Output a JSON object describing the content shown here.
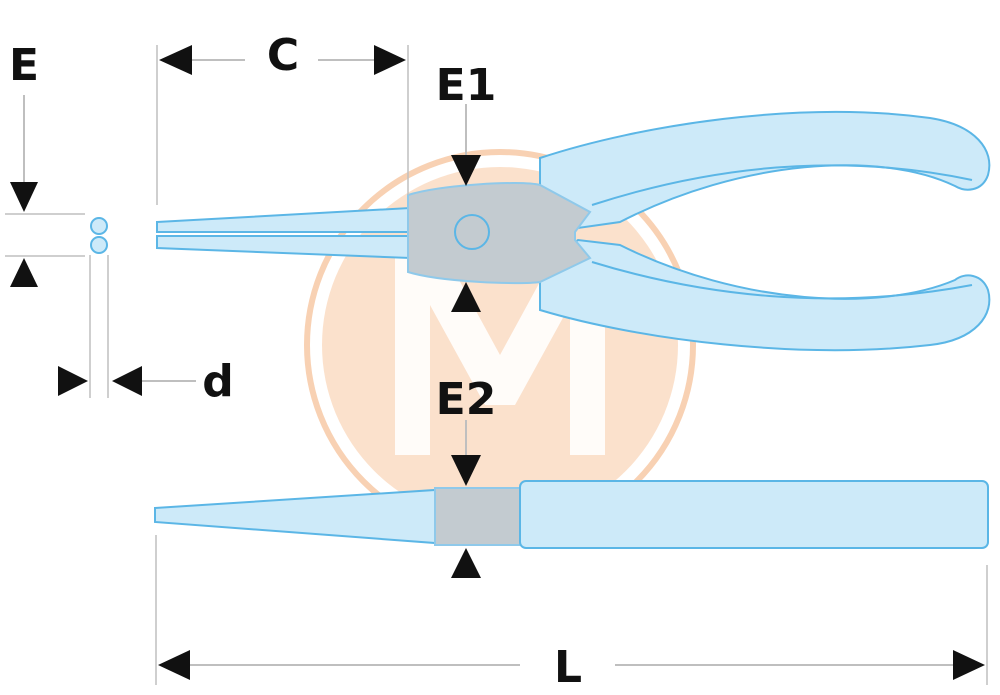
{
  "labels": {
    "e": "E",
    "c": "C",
    "e1": "E1",
    "d": "d",
    "e2": "E2",
    "l": "L"
  },
  "colors": {
    "tool_fill": "#cdeaf9",
    "tool_stroke": "#5bb6e6",
    "joint_fill": "#c3cbd0",
    "watermark": "#f7c9a6",
    "arrow": "#111111",
    "dimension_line": "#bfbfbf"
  },
  "watermark": {
    "letter": "M"
  }
}
